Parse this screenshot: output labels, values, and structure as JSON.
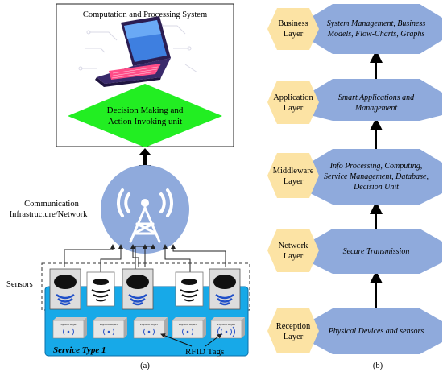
{
  "left": {
    "computation_title": "Computation and Processing System",
    "decision_line1": "Decision Making and",
    "decision_line2": "Action Invoking unit",
    "comm_line1": "Communication",
    "comm_line2": "Infrastructure/Network",
    "sensors_label": "Sensors",
    "service_label": "Service Type 1",
    "rfid_label": "RFID Tags",
    "physical_object_label": "Physical Object",
    "panel_label": "(a)"
  },
  "right": {
    "layers": [
      {
        "name_line1": "Business",
        "name_line2": "Layer",
        "desc_lines": [
          "System Management, Business",
          "Models, Flow-Charts, Graphs"
        ]
      },
      {
        "name_line1": "Application",
        "name_line2": "Layer",
        "desc_lines": [
          "Smart Applications and",
          "Management"
        ]
      },
      {
        "name_line1": "Middleware",
        "name_line2": "Layer",
        "desc_lines": [
          "Info Processing, Computing,",
          "Service Management, Database,",
          "Decision Unit"
        ]
      },
      {
        "name_line1": "Network",
        "name_line2": "Layer",
        "desc_lines": [
          "Secure Transmission"
        ]
      },
      {
        "name_line1": "Reception",
        "name_line2": "Layer",
        "desc_lines": [
          "Physical Devices and sensors"
        ]
      }
    ],
    "panel_label": "(b)"
  },
  "colors": {
    "hexagon_fill": "#FCE3A4",
    "octagon_fill": "#8FAADC",
    "cloud_fill": "#8FAADC",
    "decision_fill": "#22EE22",
    "service_fill": "#17A9E8"
  }
}
